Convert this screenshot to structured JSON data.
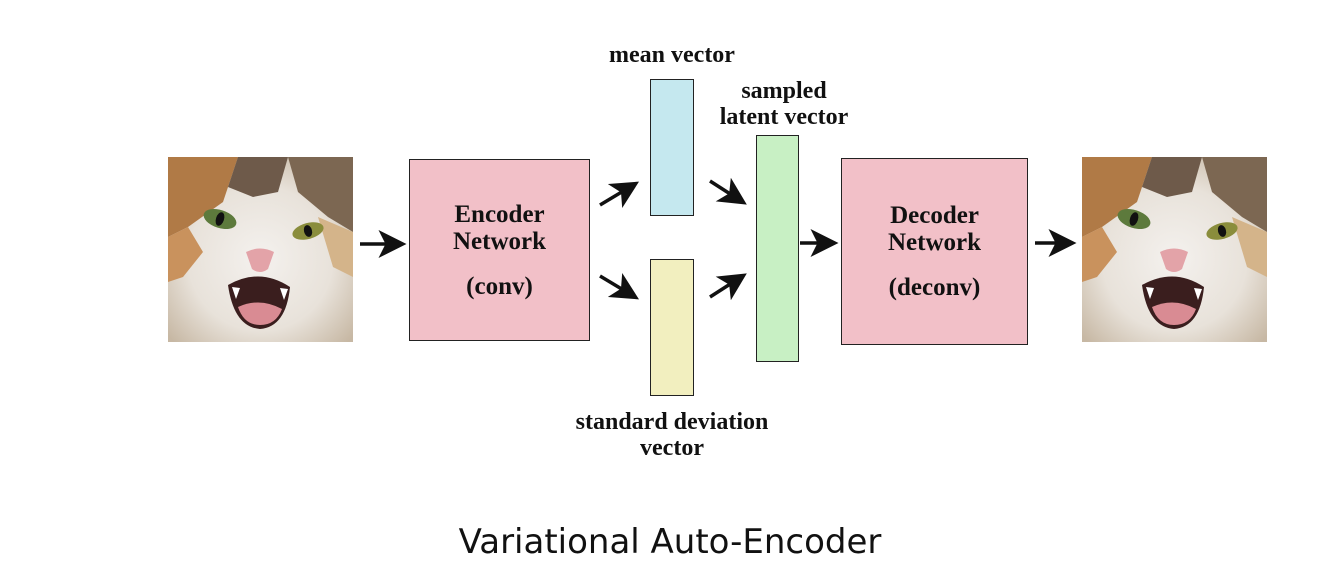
{
  "diagram": {
    "title": "Variational Auto-Encoder",
    "encoder": {
      "line1": "Encoder",
      "line2": "Network",
      "sub": "(conv)"
    },
    "decoder": {
      "line1": "Decoder",
      "line2": "Network",
      "sub": "(deconv)"
    },
    "mean_label": "mean vector",
    "latent_label": {
      "line1": "sampled",
      "line2": "latent vector"
    },
    "std_label": {
      "line1": "standard deviation",
      "line2": "vector"
    }
  },
  "colors": {
    "network_fill": "#f2c0c8",
    "mean_fill": "#c5e8ef",
    "std_fill": "#f2efbf",
    "latent_fill": "#c8f0c4"
  },
  "icons": {
    "input_image": "cat-photo-icon",
    "output_image": "cat-photo-icon",
    "arrows": "arrow-icon"
  }
}
